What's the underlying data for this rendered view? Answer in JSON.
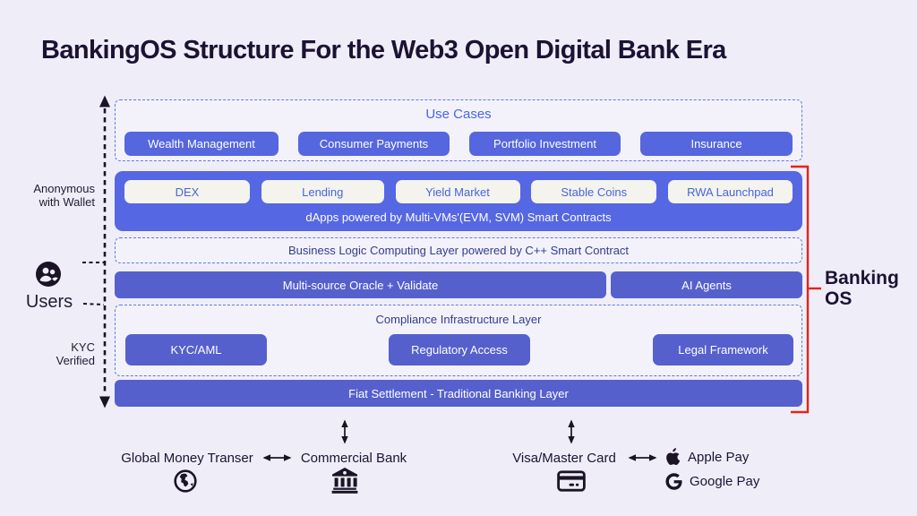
{
  "title": "BankingOS Structure For the Web3 Open Digital Bank Era",
  "use_cases": {
    "title": "Use Cases",
    "items": [
      "Wealth Management",
      "Consumer Payments",
      "Portfolio Investment",
      "Insurance"
    ]
  },
  "dapps": {
    "items": [
      "DEX",
      "Lending",
      "Yield Market",
      "Stable Coins",
      "RWA Launchpad"
    ],
    "caption": "dApps powered by Multi-VMs'(EVM, SVM) Smart Contracts"
  },
  "business_logic": {
    "label": "Business Logic Computing Layer powered by C++ Smart Contract"
  },
  "middleware": {
    "oracle": "Multi-source Oracle + Validate",
    "ai_agents": "AI Agents"
  },
  "compliance": {
    "title": "Compliance Infrastructure Layer",
    "items": [
      "KYC/AML",
      "Regulatory Access",
      "Legal Framework"
    ]
  },
  "fiat": {
    "label": "Fiat Settlement - Traditional Banking Layer"
  },
  "left_rail": {
    "anonymous_label": "Anonymous\nwith Wallet",
    "users_label": "Users",
    "kyc_label": "KYC\nVerified"
  },
  "right_rail": {
    "label": "Banking\nOS"
  },
  "bottom": {
    "global_money_transfer": "Global Money Transer",
    "commercial_bank": "Commercial Bank",
    "visa_master": "Visa/Master Card",
    "apple_pay": "Apple Pay",
    "google_pay": "Google Pay"
  },
  "icons": {
    "users": "users-icon",
    "globe": "globe-icon",
    "bank": "bank-icon",
    "credit_card": "credit-card-icon",
    "apple": "apple-icon",
    "google": "google-icon"
  },
  "colors": {
    "background": "#EFEEF8",
    "accent_blue": "#5566DE",
    "deep_blue": "#5560CD",
    "bright_blue": "#5667E3",
    "light_button": "#F4F3ED",
    "dashed_border": "#5C79E9",
    "indigo_text": "#333C8F",
    "blue_text": "#4A66E2",
    "bracket_red": "#E5231B",
    "dark_text": "#1E1430"
  }
}
